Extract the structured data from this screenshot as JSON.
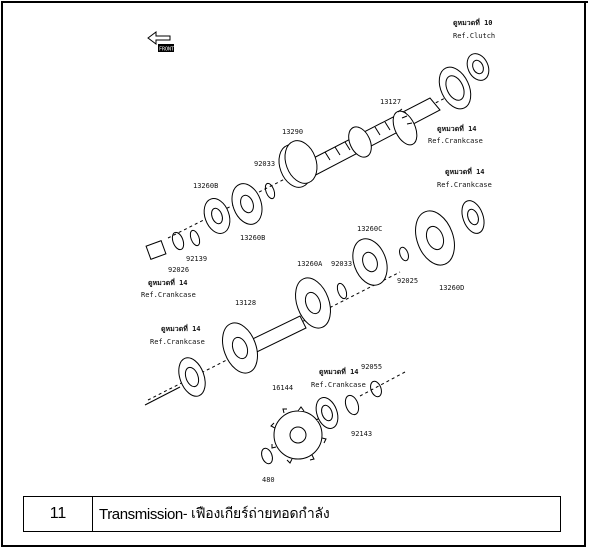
{
  "labels": {
    "ref_clutch_th": "ดูหมวดที่ 10",
    "ref_clutch": "Ref.Clutch",
    "p13127": "13127",
    "ref_crank_th_1": "ดูหมวดที่ 14",
    "ref_crank_1": "Ref.Crankcase",
    "p13290": "13290",
    "p92033_a": "92033",
    "p13260b_top": "13260B",
    "p13260b_bot": "13260B",
    "p92139": "92139",
    "p92026": "92026",
    "ref_crank_th_2": "ดูหมวดที่ 14",
    "ref_crank_2": "Ref.Crankcase",
    "p13260c": "13260C",
    "ref_crank_th_3": "ดูหมวดที่ 14",
    "ref_crank_3": "Ref.Crankcase",
    "p13260a": "13260A",
    "p92033_b": "92033",
    "p92025": "92025",
    "p13260d": "13260D",
    "p13128": "13128",
    "ref_crank_th_4": "ดูหมวดที่ 14",
    "ref_crank_4": "Ref.Crankcase",
    "ref_crank_th_5": "ดูหมวดที่ 14",
    "ref_crank_5": "Ref.Crankcase",
    "p92055": "92055",
    "p16144": "16144",
    "p92143": "92143",
    "p480": "480",
    "front_mark": "FRONT"
  },
  "caption": {
    "number": "11",
    "title_en": "Transmission",
    "title_th": " - เฟืองเกียร์ถ่ายทอดกำลัง"
  }
}
